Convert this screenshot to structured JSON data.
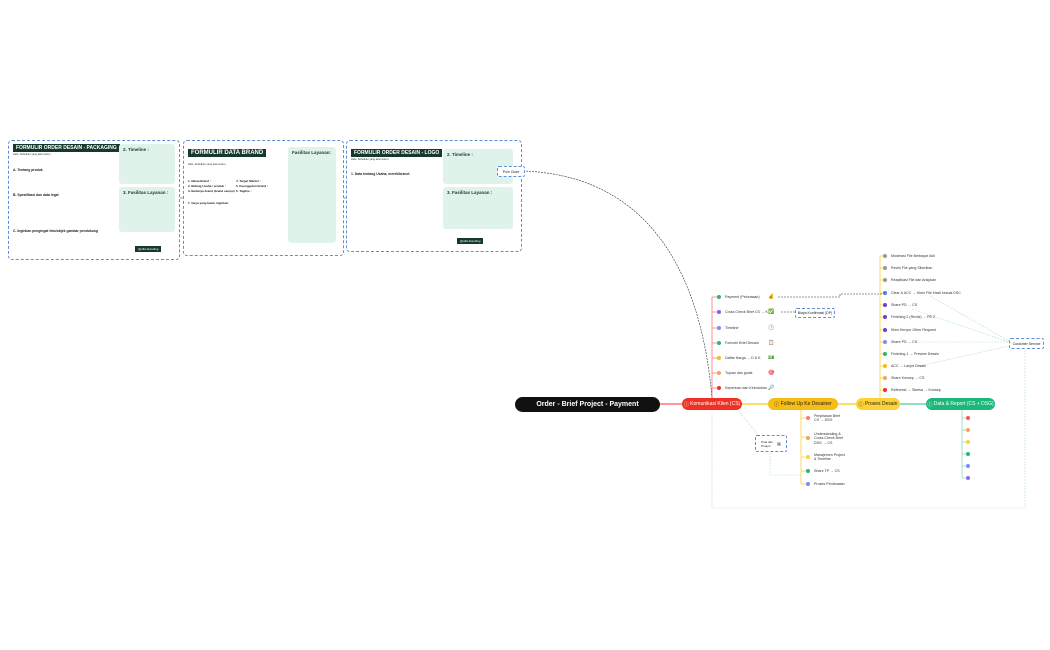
{
  "panels": [
    {
      "title": "FORMULIR ORDER DESAIN - PACKAGING",
      "greeting": "Halo, Sebutkan yang akan kamu",
      "sections": [
        "A. Tentang produk",
        "B. Spesifikasi dan data legal",
        "C. Inginkan pengingat foto/objek gambar pendukung"
      ],
      "cards": [
        {
          "title": "2. Timeline :"
        },
        {
          "title": "3. Fasilitas Layanan :"
        }
      ],
      "handle": "@ulfa.branding"
    },
    {
      "title": "FORMULIR DATA BRAND",
      "greeting": "Halo, Sebutkan yang akan kamu",
      "fields": [
        "1. Nama Brand :",
        "2. Bidang Usaha / produk :",
        "3. Bedanya brand (brand sampo)",
        "4. Target Market :",
        "5. Keunggulan Brand :",
        "6. Tagline :"
      ],
      "section": "7. Gaya yang kamu inginkan",
      "cards": [
        {
          "title": "Fasilitas Layanan:"
        }
      ]
    },
    {
      "title": "FORMULIR ORDER DESAIN - LOGO",
      "greeting": "Halo, Sebutkan yang akan kamu",
      "sections": [
        "1. Data tentang Usaha, merek/brand:"
      ],
      "cards": [
        {
          "title": "2. Timeline :"
        },
        {
          "title": "3. Fasilitas Layanan :"
        }
      ],
      "handle": "@ulfa.branding"
    }
  ],
  "poin_chart": "Poin Chart",
  "root": "Order - Brief Project - Payment",
  "branches": [
    {
      "label": "Komunikasi Klien (CS)",
      "num": "1",
      "color": "#ee3124"
    },
    {
      "label": "Follow Up Ke Desainer",
      "num": "2",
      "color": "#f5bd16"
    },
    {
      "label": "Proses Desain",
      "num": "3",
      "color": "#fcd235"
    },
    {
      "label": "Data & Report (CS + DSG)",
      "num": "4",
      "color": "#1db77a"
    }
  ],
  "cs_items": [
    {
      "label": "Payment (Pelunasan)",
      "color": "#2bb673",
      "icon": "coin-icon",
      "glyph": "💰"
    },
    {
      "label": "Cross Check Brief CS → K",
      "color": "#7b61ff",
      "icon": "check-icon",
      "glyph": "✅"
    },
    {
      "label": "Timeline",
      "color": "#7b8cff",
      "icon": "clock-icon",
      "glyph": "🕑"
    },
    {
      "label": "Formulir Brief Desain",
      "color": "#2bb673",
      "icon": "form-icon",
      "glyph": "📋"
    },
    {
      "label": "Daftar Harga → D & K",
      "color": "#f5bd16",
      "icon": "money-icon",
      "glyph": "💵"
    },
    {
      "label": "Tujuan dan goals",
      "color": "#f7a35c",
      "icon": "target-icon",
      "glyph": "🎯"
    },
    {
      "label": "Keperluan dan Kebutuhan",
      "color": "#ee3124",
      "icon": "search-icon",
      "glyph": "🔎"
    }
  ],
  "dp_box": "Biaya Konfirmasi (DP)",
  "design_items": [
    {
      "label": "Moderasi File Berbayar Asli",
      "color": "#999"
    },
    {
      "label": "Revisi File yang Siberikan",
      "color": "#999"
    },
    {
      "label": "Reaplikasi File dan Arsipkan",
      "color": "#999"
    },
    {
      "label": "Clear & ACC → Kirim File Hasil sesuai DSC",
      "color": "#4a7cff"
    },
    {
      "label": "Share PD → CS",
      "color": "#6a3fd8"
    },
    {
      "label": "Finishing 2 (Revisi) → PD 2",
      "color": "#6a3fd8"
    },
    {
      "label": "Klien Kenyor Other Request",
      "color": "#6a3fd8"
    },
    {
      "label": "Share PD → CS",
      "color": "#7b8cff"
    },
    {
      "label": "Finishing 1 → Preview Desain",
      "color": "#2bb673"
    },
    {
      "label": "ACC → Lanjut Desain",
      "color": "#f5bd16"
    },
    {
      "label": "Share Konsep → CS",
      "color": "#f7a35c"
    },
    {
      "label": "Referensi → Sketsa → Konsep",
      "color": "#ee3124"
    }
  ],
  "customer_service": "Customer Service",
  "followup_items": [
    {
      "label": "Penjelasan Brief CS → DSG",
      "color": "#f77"
    },
    {
      "label": "Understanding & Cross Check Brief DSG → CS",
      "color": "#f7a35c"
    },
    {
      "label": "Manajemen Project & Timeline",
      "color": "#fcd235"
    },
    {
      "label": "Share TP → CS",
      "color": "#2bb673"
    },
    {
      "label": "Proses Pembuatan",
      "color": "#7b8cff"
    }
  ],
  "data_item_colors": [
    "#f55",
    "#f7a35c",
    "#fcd235",
    "#2bb673",
    "#7b8cff",
    "#8b6cf0"
  ],
  "pola_box": "Pola dan Project"
}
